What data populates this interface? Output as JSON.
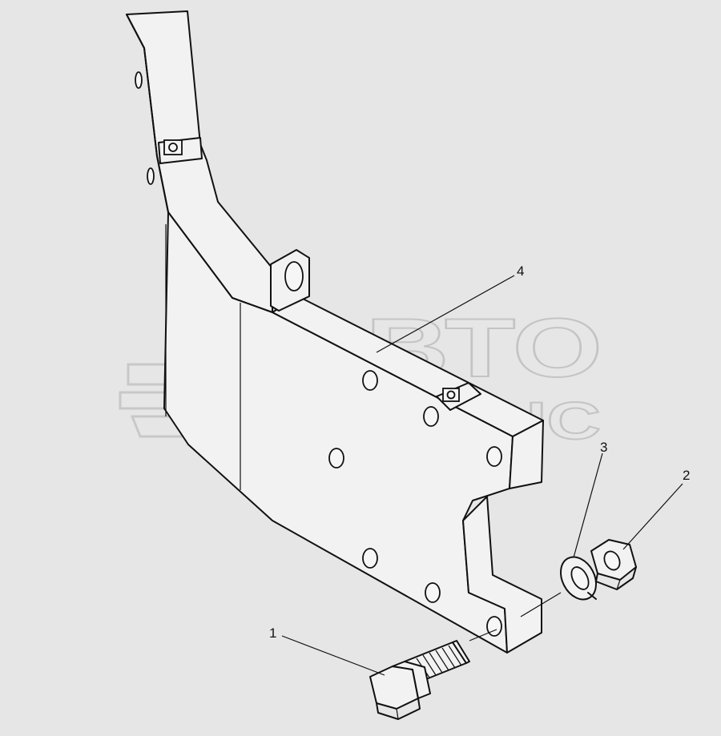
{
  "callouts": [
    {
      "id": "1",
      "label": "1"
    },
    {
      "id": "2",
      "label": "2"
    },
    {
      "id": "3",
      "label": "3"
    },
    {
      "id": "4",
      "label": "4"
    }
  ],
  "watermark": {
    "line1": "АВТО",
    "line2": "АЛЬЯНС"
  },
  "colors": {
    "background": "#e6e6e6",
    "ink": "#111111",
    "watermark": "#c4c4c4"
  }
}
